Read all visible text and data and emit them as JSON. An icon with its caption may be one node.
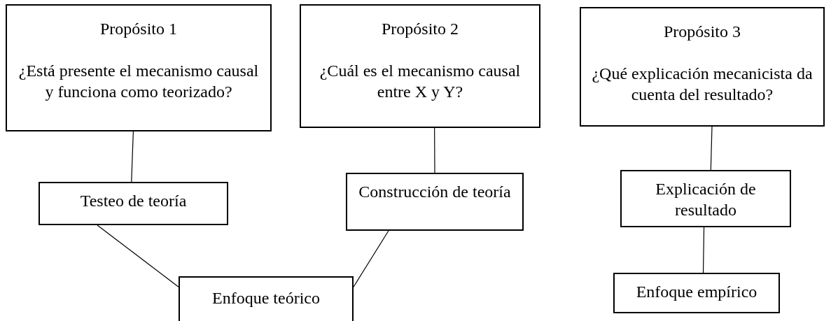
{
  "diagram": {
    "nodes": [
      {
        "text": [
          "Propósito 1",
          "¿Está presente el mecanismo causal y funciona como teorizado?"
        ]
      },
      {
        "text": [
          "Propósito 2",
          "¿Cuál es el mecanismo causal entre X y Y?"
        ]
      },
      {
        "text": [
          "Propósito 3",
          "¿Qué explicación mecanicista da cuenta del resultado?"
        ]
      },
      {
        "text": [
          "Testeo de teoría"
        ]
      },
      {
        "text": [
          "Construcción de teoría"
        ]
      },
      {
        "text": [
          "Explicación de resultado"
        ]
      },
      {
        "text": [
          "Enfoque teórico"
        ]
      },
      {
        "text": [
          "Enfoque empírico"
        ]
      }
    ],
    "edges": [
      {
        "from": 0,
        "to": 3,
        "arrow": "none"
      },
      {
        "from": 1,
        "to": 4,
        "arrow": "none"
      },
      {
        "from": 2,
        "to": 5,
        "arrow": "none"
      },
      {
        "from": 3,
        "to": 6,
        "arrow": "none"
      },
      {
        "from": 4,
        "to": 6,
        "arrow": "none"
      },
      {
        "from": 5,
        "to": 7,
        "arrow": "none"
      }
    ]
  }
}
